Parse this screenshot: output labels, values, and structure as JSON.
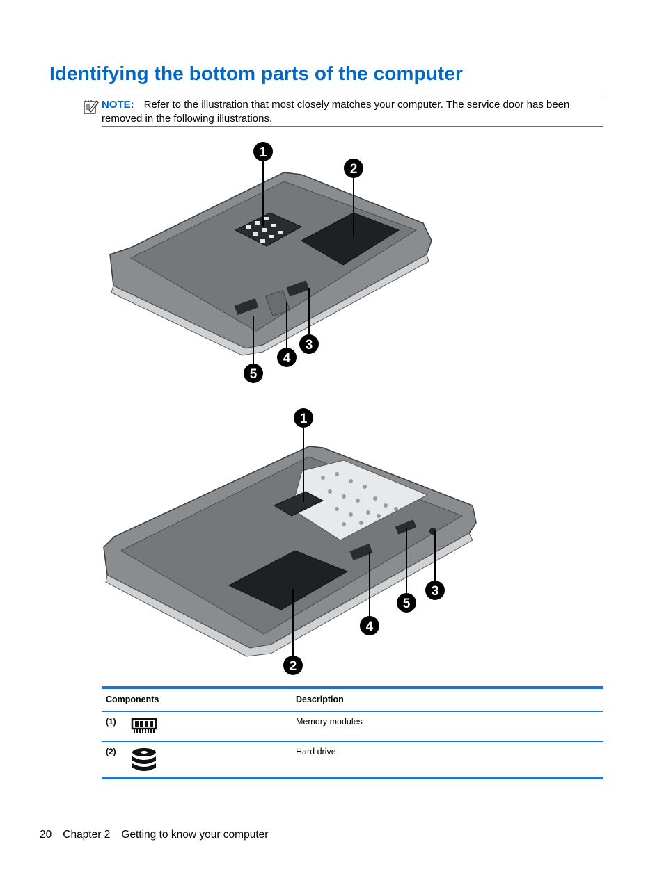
{
  "page": {
    "title": "Identifying the bottom parts of the computer",
    "note": {
      "label": "NOTE:",
      "text": "Refer to the illustration that most closely matches your computer. The service door has been removed in the following illustrations.",
      "icon": "note-pencil-icon"
    },
    "figure1": {
      "callouts": [
        "1",
        "2",
        "3",
        "4",
        "5"
      ]
    },
    "figure2": {
      "callouts": [
        "1",
        "2",
        "3",
        "4",
        "5"
      ]
    },
    "table": {
      "headers": [
        "Components",
        "Description"
      ],
      "rows": [
        {
          "num": "(1)",
          "icon": "memory-module-icon",
          "description": "Memory modules"
        },
        {
          "num": "(2)",
          "icon": "hard-drive-icon",
          "description": "Hard drive"
        }
      ]
    },
    "footer": {
      "page_number": "20",
      "chapter": "Chapter 2",
      "chapter_title": "Getting to know your computer"
    },
    "colors": {
      "accent": "#0067c6",
      "rule": "#1a73e0"
    }
  }
}
